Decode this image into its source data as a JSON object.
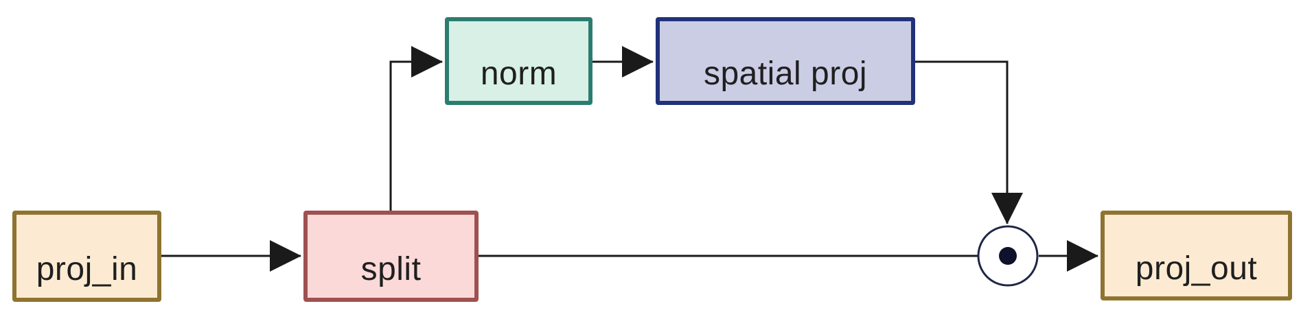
{
  "diagram": {
    "background": "#ffffff",
    "line_color": "#1a1a1a",
    "text_color": "#1f1f1f",
    "nodes": {
      "proj_in": {
        "label": "proj_in",
        "fill": "#FCEBD2",
        "border": "#8E7430"
      },
      "split": {
        "label": "split",
        "fill": "#FBD9D8",
        "border": "#9E5150"
      },
      "norm": {
        "label": "norm",
        "fill": "#D8F0E6",
        "border": "#2B7D6F"
      },
      "spatial_proj": {
        "label": "spatial proj",
        "fill": "#CBCDE5",
        "border": "#21327A"
      },
      "proj_out": {
        "label": "proj_out",
        "fill": "#FCEBD2",
        "border": "#8E7430"
      }
    },
    "operator": {
      "glyph": "circled-dot",
      "ring_color": "#1F2747",
      "dot_color": "#0E122C",
      "fill": "#ffffff"
    },
    "edges": [
      {
        "from": "proj_in",
        "to": "split",
        "arrow": true
      },
      {
        "from": "split",
        "to": "norm",
        "arrow": true
      },
      {
        "from": "norm",
        "to": "spatial proj",
        "arrow": true
      },
      {
        "from": "spatial proj",
        "to": "circled-dot",
        "arrow": true
      },
      {
        "from": "split",
        "to": "circled-dot",
        "arrow": false
      },
      {
        "from": "circled-dot",
        "to": "proj_out",
        "arrow": true
      }
    ]
  }
}
